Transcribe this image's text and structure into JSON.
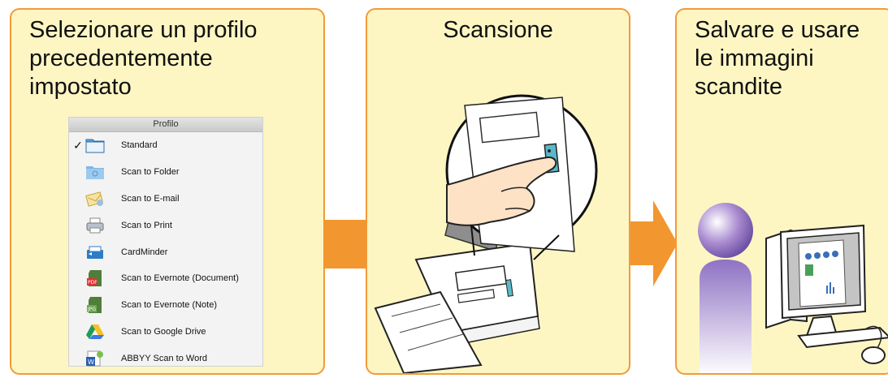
{
  "colors": {
    "panel_bg": "#fdf6c3",
    "panel_border": "#f29a3a",
    "arrow": "#f2962f"
  },
  "panels": [
    {
      "title": "Selezionare un profilo\nprecedentemente\nimpostato"
    },
    {
      "title": "Scansione"
    },
    {
      "title": "Salvare e usare\nle immagini\nscandite"
    }
  ],
  "profile_menu": {
    "header": "Profilo",
    "items": [
      {
        "label": "Standard",
        "icon": "folder-icon",
        "checked": true
      },
      {
        "label": "Scan to Folder",
        "icon": "folder-icon",
        "checked": false
      },
      {
        "label": "Scan to E-mail",
        "icon": "mail-icon",
        "checked": false
      },
      {
        "label": "Scan to Print",
        "icon": "printer-icon",
        "checked": false
      },
      {
        "label": "CardMinder",
        "icon": "card-icon",
        "checked": false
      },
      {
        "label": "Scan to Evernote (Document)",
        "icon": "evernote-pdf-icon",
        "checked": false
      },
      {
        "label": "Scan to Evernote (Note)",
        "icon": "evernote-jpg-icon",
        "checked": false
      },
      {
        "label": "Scan to Google Drive",
        "icon": "google-drive-icon",
        "checked": false
      },
      {
        "label": "ABBYY Scan to Word",
        "icon": "abbyy-word-icon",
        "checked": false
      }
    ],
    "check_mark": "✓"
  }
}
